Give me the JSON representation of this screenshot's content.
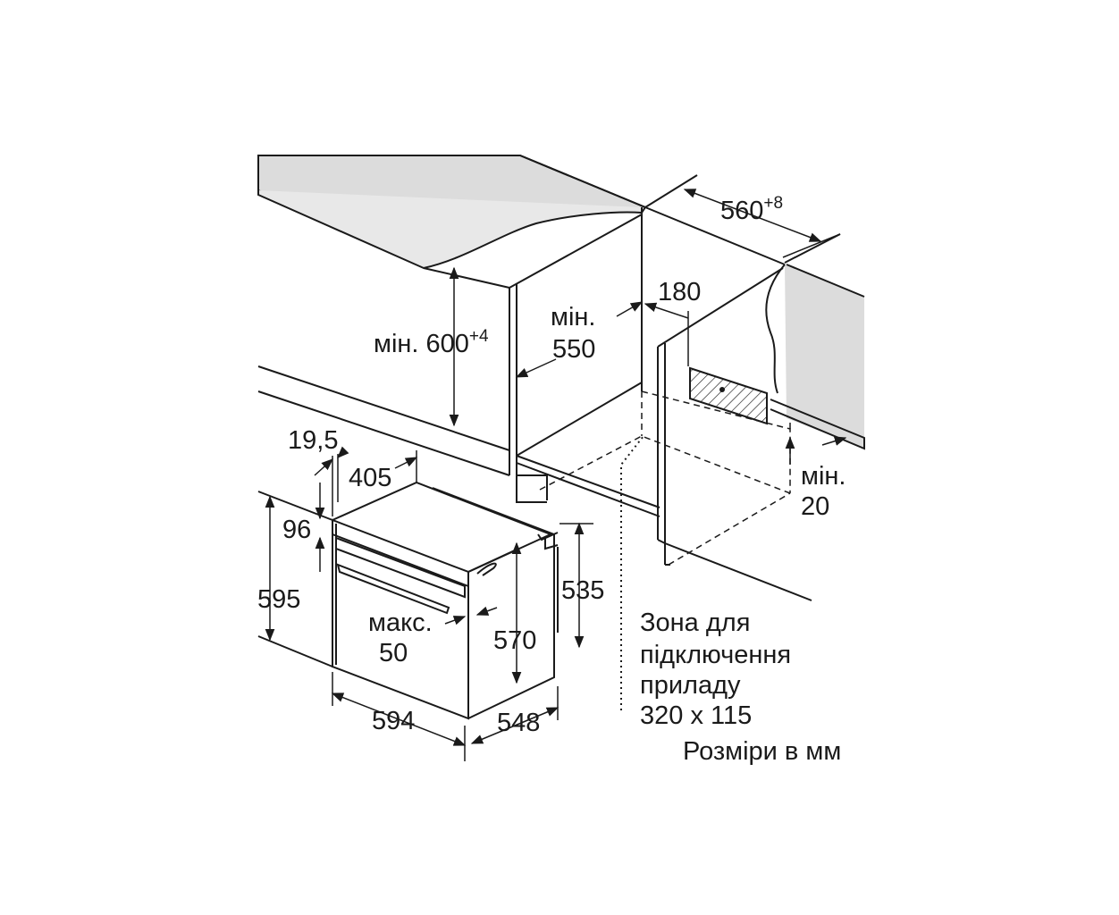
{
  "dimensions": {
    "width_niche": "560",
    "width_niche_tolerance": "+8",
    "connection_offset": "180",
    "min_depth_label": "мін.",
    "min_depth_value": "550",
    "min_height_label": "мін. 600",
    "min_height_tolerance": "+4",
    "back_gap_label": "мін.",
    "back_gap_value": "20",
    "front_offset": "19,5",
    "top_depth": "405",
    "panel_height": "96",
    "total_height": "595",
    "max_label": "макс.",
    "max_value": "50",
    "body_height_inner": "570",
    "body_height_side": "535",
    "front_width": "594",
    "body_depth": "548"
  },
  "connection_zone": {
    "line1": "Зона для",
    "line2": "підключення",
    "line3": "приладу",
    "line4": "320 x 115"
  },
  "units_note": "Розміри в мм"
}
